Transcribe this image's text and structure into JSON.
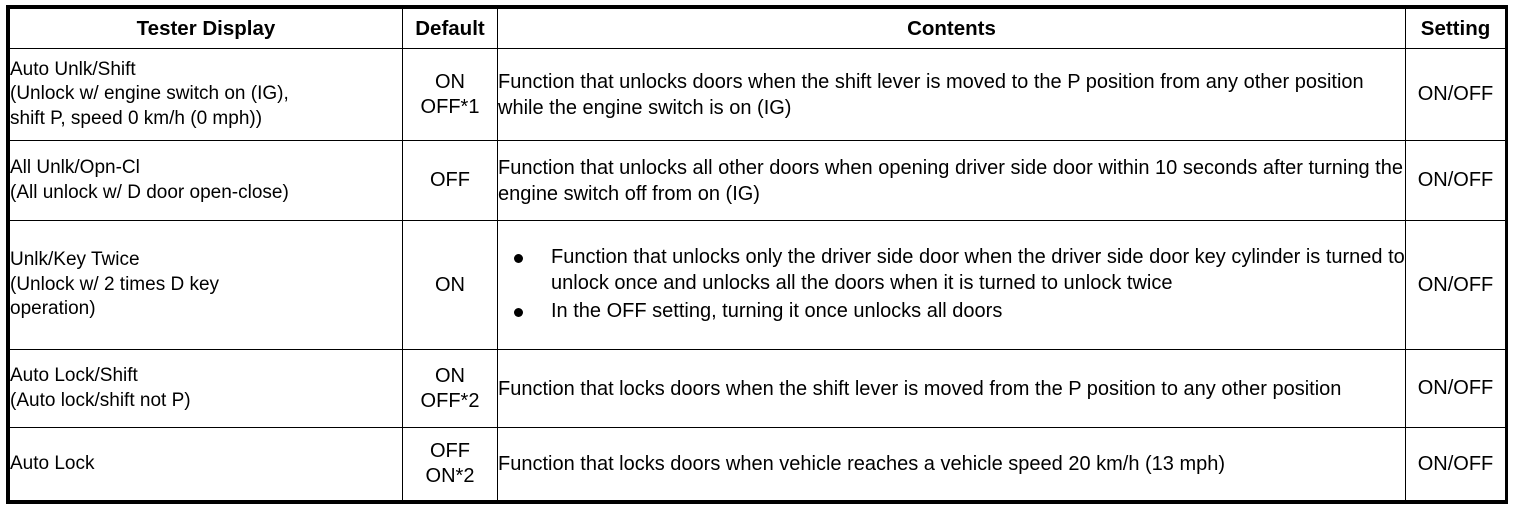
{
  "table": {
    "headers": {
      "tester_display": "Tester Display",
      "default": "Default",
      "contents": "Contents",
      "setting": "Setting"
    },
    "rows": [
      {
        "tester_display": {
          "line1": "Auto Unlk/Shift",
          "line2": "(Unlock w/ engine switch on (IG),",
          "line3": "shift P, speed 0 km/h (0 mph))"
        },
        "default": {
          "line1": "ON",
          "line2": "OFF*1"
        },
        "contents": "Function that unlocks doors when the shift lever is moved to the P position from any other position while the engine switch is on (IG)",
        "setting": "ON/OFF"
      },
      {
        "tester_display": {
          "line1": "All Unlk/Opn-Cl",
          "line2": "(All unlock w/ D door open-close)",
          "line3": ""
        },
        "default": {
          "line1": "OFF",
          "line2": ""
        },
        "contents": "Function that unlocks all other doors when opening driver side door within 10 seconds after turning the engine switch off from on (IG)",
        "setting": "ON/OFF"
      },
      {
        "tester_display": {
          "line1": "Unlk/Key Twice",
          "line2": "(Unlock w/ 2 times D key",
          "line3": "operation)"
        },
        "default": {
          "line1": "ON",
          "line2": ""
        },
        "contents_bullets": [
          "Function that unlocks only the driver side door when the driver side door key cylinder is turned to unlock once and unlocks all the doors when it is turned to unlock twice",
          "In the OFF setting, turning it once unlocks all doors"
        ],
        "setting": "ON/OFF"
      },
      {
        "tester_display": {
          "line1": "Auto Lock/Shift",
          "line2": "(Auto lock/shift not P)",
          "line3": ""
        },
        "default": {
          "line1": "ON",
          "line2": "OFF*2"
        },
        "contents": "Function that locks doors when the shift lever is moved from the P position to any other position",
        "setting": "ON/OFF"
      },
      {
        "tester_display": {
          "line1": "Auto Lock",
          "line2": "",
          "line3": ""
        },
        "default": {
          "line1": "OFF",
          "line2": "ON*2"
        },
        "contents": "Function that locks doors when vehicle reaches a vehicle speed 20 km/h (13 mph)",
        "setting": "ON/OFF"
      }
    ]
  }
}
